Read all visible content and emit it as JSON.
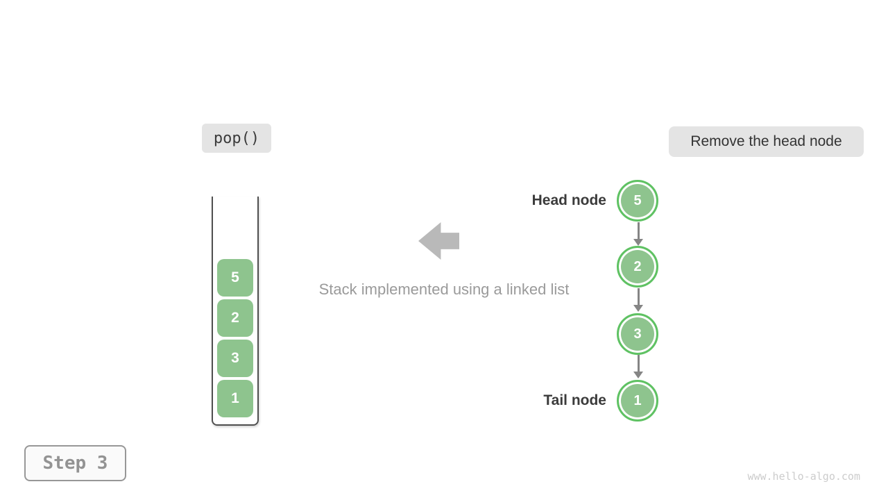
{
  "operation": {
    "label": "pop()"
  },
  "description": {
    "label": "Remove the head node"
  },
  "stack": {
    "items": [
      "5",
      "2",
      "3",
      "1"
    ]
  },
  "caption": {
    "text": "Stack implemented using a linked list"
  },
  "linked_list": {
    "head_label": "Head node",
    "tail_label": "Tail node",
    "nodes": [
      "5",
      "2",
      "3",
      "1"
    ]
  },
  "step": {
    "label": "Step 3"
  },
  "watermark": {
    "text": "www.hello-algo.com"
  },
  "colors": {
    "badge_bg": "#e4e4e4",
    "node_fill": "#8ec48e",
    "node_ring": "#5fc263",
    "stack_item_green": "#8ec48e",
    "connector_gray": "#858585",
    "block_arrow_gray": "#b9b9b9",
    "container_border": "#4f4f4f",
    "dark_text": "#3b3b3b",
    "muted_text": "#9a9a9a",
    "watermark_gray": "#cccccc"
  },
  "icons": {
    "block_arrow": "left-block-arrow",
    "connector": "down-arrow"
  }
}
